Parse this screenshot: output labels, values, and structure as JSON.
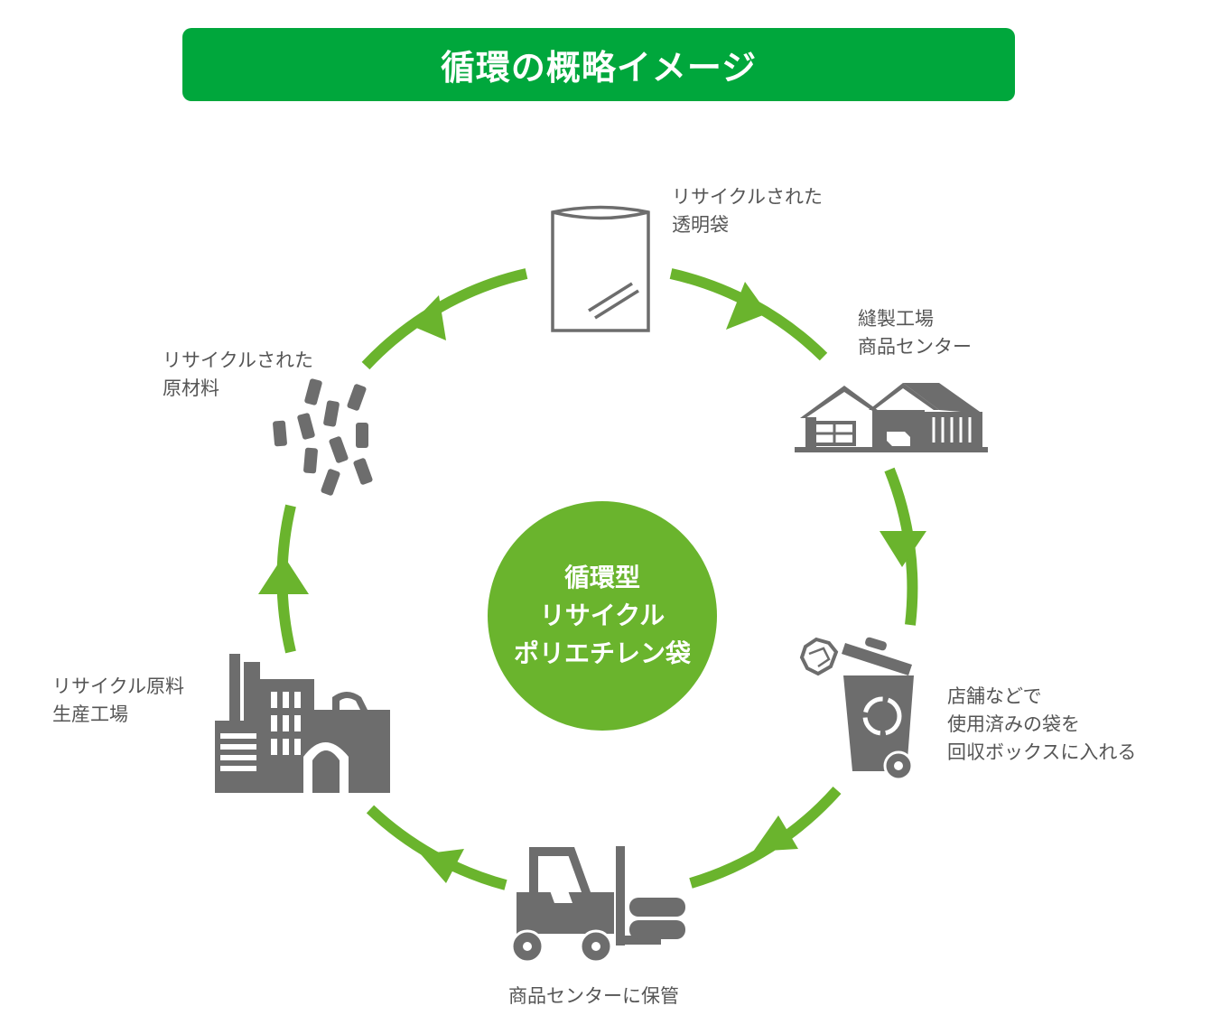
{
  "header": {
    "title": "循環の概略イメージ"
  },
  "center": {
    "lines": [
      "循環型",
      "リサイクル",
      "ポリエチレン袋"
    ]
  },
  "steps": {
    "bag": {
      "lines": [
        "リサイクルされた",
        "透明袋"
      ]
    },
    "factory_center": {
      "lines": [
        "縫製工場",
        "商品センター"
      ]
    },
    "collection": {
      "lines": [
        "店舗などで",
        "使用済みの袋を",
        "回収ボックスに入れる"
      ]
    },
    "storage": {
      "lines": [
        "商品センターに保管"
      ]
    },
    "raw_factory": {
      "lines": [
        "リサイクル原料",
        "生産工場"
      ]
    },
    "raw_material": {
      "lines": [
        "リサイクルされた",
        "原材料"
      ]
    }
  },
  "colors": {
    "header": "#00a73c",
    "cycle": "#6ab42d",
    "icon": "#6d6d6d",
    "text": "#555555",
    "white": "#ffffff"
  },
  "icons": [
    "bag-icon",
    "warehouse-icon",
    "recycle-bin-icon",
    "forklift-icon",
    "factory-icon",
    "pellets-icon"
  ]
}
